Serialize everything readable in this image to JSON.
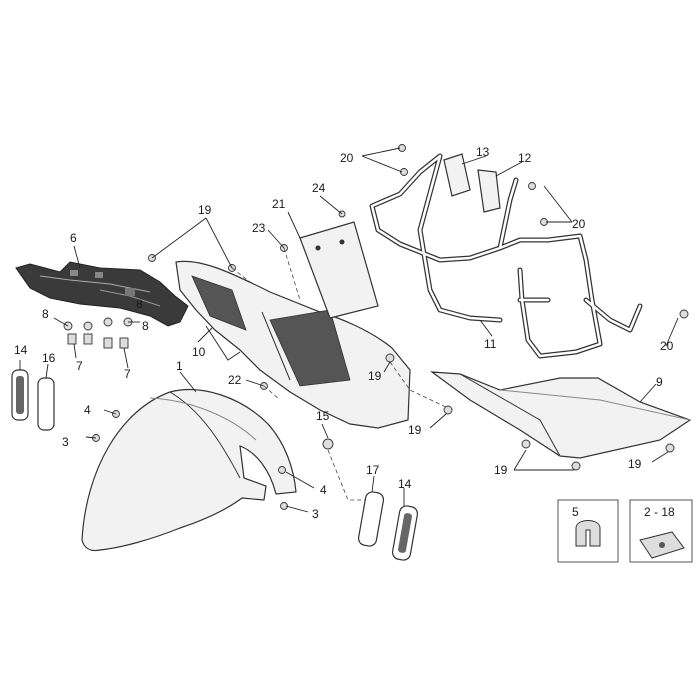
{
  "callouts": {
    "c1": "1",
    "c2_18": "2 - 18",
    "c3a": "3",
    "c3b": "3",
    "c4a": "4",
    "c4b": "4",
    "c5": "5",
    "c6": "6",
    "c7a": "7",
    "c7b": "7",
    "c8a": "8",
    "c8b": "8",
    "c8c": "8",
    "c9": "9",
    "c10": "10",
    "c11": "11",
    "c12": "12",
    "c13": "13",
    "c14a": "14",
    "c14b": "14",
    "c15": "15",
    "c16": "16",
    "c17": "17",
    "c19a": "19",
    "c19b": "19",
    "c19c": "19",
    "c19d": "19",
    "c19e": "19",
    "c20a": "20",
    "c20b": "20",
    "c20c": "20",
    "c21": "21",
    "c22": "22",
    "c23": "23",
    "c24": "24"
  }
}
